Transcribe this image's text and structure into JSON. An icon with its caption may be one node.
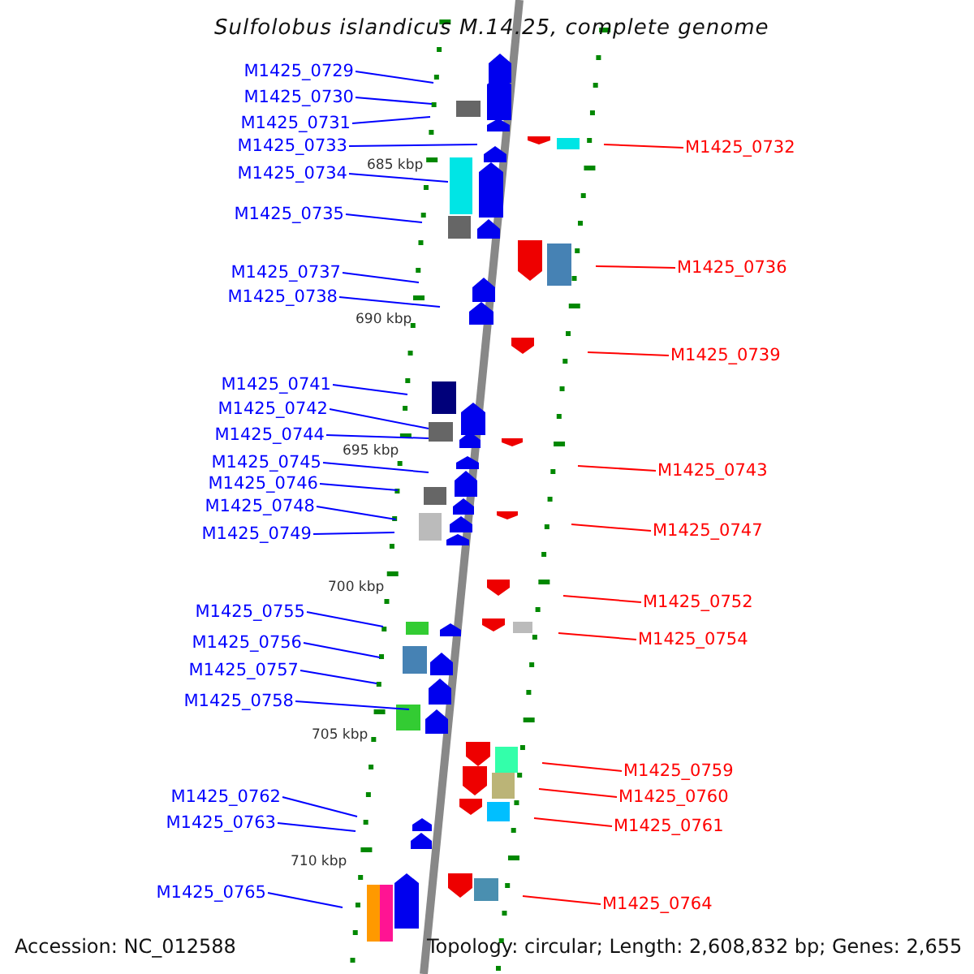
{
  "diagram": {
    "title": "Sulfolobus islandicus M.14.25, complete genome",
    "nodes": [
      {
        "text": [
          "M1425_0729"
        ]
      },
      {
        "text": [
          "M1425_0730"
        ]
      },
      {
        "text": [
          "M1425_0731"
        ]
      },
      {
        "text": [
          "M1425_0733"
        ]
      },
      {
        "text": [
          "M1425_0732"
        ]
      },
      {
        "text": [
          "M1425_0734"
        ]
      },
      {
        "text": [
          "M1425_0735"
        ]
      },
      {
        "text": [
          "M1425_0736"
        ]
      },
      {
        "text": [
          "M1425_0737"
        ]
      },
      {
        "text": [
          "M1425_0738"
        ]
      },
      {
        "text": [
          "M1425_0739"
        ]
      },
      {
        "text": [
          "M1425_0741"
        ]
      },
      {
        "text": [
          "M1425_0742"
        ]
      },
      {
        "text": [
          "M1425_0744"
        ]
      },
      {
        "text": [
          "M1425_0745"
        ]
      },
      {
        "text": [
          "M1425_0743"
        ]
      },
      {
        "text": [
          "M1425_0746"
        ]
      },
      {
        "text": [
          "M1425_0748"
        ]
      },
      {
        "text": [
          "M1425_0747"
        ]
      },
      {
        "text": [
          "M1425_0749"
        ]
      },
      {
        "text": [
          "M1425_0752"
        ]
      },
      {
        "text": [
          "M1425_0755"
        ]
      },
      {
        "text": [
          "M1425_0754"
        ]
      },
      {
        "text": [
          "M1425_0756"
        ]
      },
      {
        "text": [
          "M1425_0757"
        ]
      },
      {
        "text": [
          "M1425_0758"
        ]
      },
      {
        "text": [
          "M1425_0759"
        ]
      },
      {
        "text": [
          "M1425_0760"
        ]
      },
      {
        "text": [
          "M1425_0762"
        ]
      },
      {
        "text": [
          "M1425_0763"
        ]
      },
      {
        "text": [
          "M1425_0761"
        ]
      },
      {
        "text": [
          "M1425_0765"
        ]
      },
      {
        "text": [
          "M1425_0764"
        ]
      }
    ],
    "edges": [
      {
        "from": 0,
        "to": null,
        "arrow": "none"
      },
      {
        "from": 1,
        "to": null,
        "arrow": "none"
      },
      {
        "from": 2,
        "to": null,
        "arrow": "none"
      },
      {
        "from": 3,
        "to": null,
        "arrow": "none"
      },
      {
        "from": 4,
        "to": null,
        "arrow": "none",
        "color": "#ff0000"
      },
      {
        "from": 5,
        "to": null,
        "arrow": "none"
      },
      {
        "from": 6,
        "to": null,
        "arrow": "none"
      },
      {
        "from": 7,
        "to": null,
        "arrow": "none",
        "color": "#ff0000"
      },
      {
        "from": 8,
        "to": null,
        "arrow": "none"
      },
      {
        "from": 9,
        "to": null,
        "arrow": "none"
      },
      {
        "from": 10,
        "to": null,
        "arrow": "none",
        "color": "#ff0000"
      },
      {
        "from": 11,
        "to": null,
        "arrow": "none"
      },
      {
        "from": 12,
        "to": null,
        "arrow": "none"
      },
      {
        "from": 13,
        "to": null,
        "arrow": "none"
      },
      {
        "from": 14,
        "to": null,
        "arrow": "none"
      },
      {
        "from": 15,
        "to": null,
        "arrow": "none",
        "color": "#ff0000"
      },
      {
        "from": 16,
        "to": null,
        "arrow": "none"
      },
      {
        "from": 17,
        "to": null,
        "arrow": "none"
      },
      {
        "from": 18,
        "to": null,
        "arrow": "none",
        "color": "#ff0000"
      },
      {
        "from": 19,
        "to": null,
        "arrow": "none"
      },
      {
        "from": 20,
        "to": null,
        "arrow": "none",
        "color": "#ff0000"
      },
      {
        "from": 21,
        "to": null,
        "arrow": "none"
      },
      {
        "from": 22,
        "to": null,
        "arrow": "none",
        "color": "#ff0000"
      },
      {
        "from": 23,
        "to": null,
        "arrow": "none"
      },
      {
        "from": 24,
        "to": null,
        "arrow": "none"
      },
      {
        "from": 25,
        "to": null,
        "arrow": "none"
      },
      {
        "from": 26,
        "to": null,
        "arrow": "none",
        "color": "#ff0000"
      },
      {
        "from": 27,
        "to": null,
        "arrow": "none",
        "color": "#ff0000"
      },
      {
        "from": 28,
        "to": null,
        "arrow": "none"
      },
      {
        "from": 29,
        "to": null,
        "arrow": "none"
      },
      {
        "from": 30,
        "to": null,
        "arrow": "none",
        "color": "#ff0000"
      },
      {
        "from": 31,
        "to": null,
        "arrow": "none"
      },
      {
        "from": 32,
        "to": null,
        "arrow": "none",
        "color": "#ff0000"
      }
    ],
    "labels": [
      "685 kbp",
      "690 kbp",
      "695 kbp",
      "700 kbp",
      "705 kbp",
      "710 kbp",
      "Accession: NC_012588",
      "Topology: circular; Length: 2,608,832 bp; Genes: 2,655"
    ]
  }
}
